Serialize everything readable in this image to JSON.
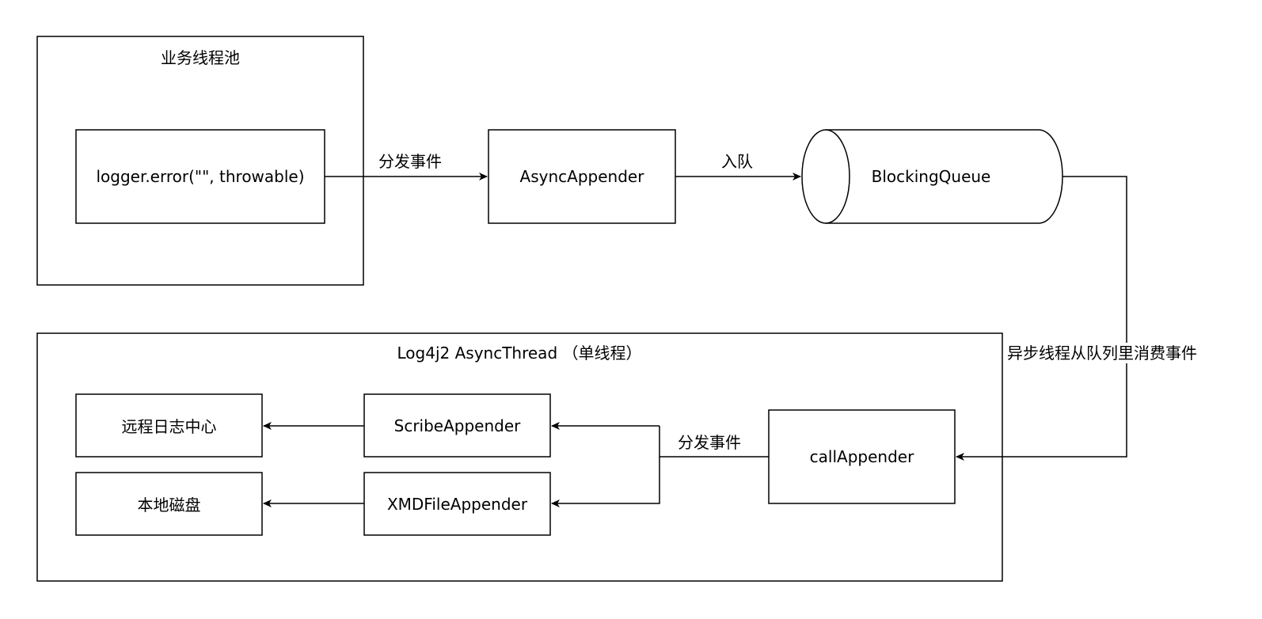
{
  "colors": {
    "stroke": "#000000",
    "background": "#ffffff",
    "text": "#000000"
  },
  "groups": {
    "business_pool": {
      "title": "业务线程池"
    },
    "async_thread": {
      "title": "Log4j2 AsyncThread （单线程）"
    }
  },
  "nodes": {
    "logger_call": {
      "label": "logger.error(\"\", throwable)"
    },
    "async_appender": {
      "label": "AsyncAppender"
    },
    "blocking_queue": {
      "label": "BlockingQueue"
    },
    "call_appender": {
      "label": "callAppender"
    },
    "scribe_appender": {
      "label": "ScribeAppender"
    },
    "xmd_file_appender": {
      "label": "XMDFileAppender"
    },
    "remote_log_center": {
      "label": "远程日志中心"
    },
    "local_disk": {
      "label": "本地磁盘"
    }
  },
  "edges": {
    "dispatch_top": {
      "label": "分发事件"
    },
    "enqueue": {
      "label": "入队"
    },
    "consume": {
      "label": "异步线程从队列里消费事件"
    },
    "dispatch_bottom": {
      "label": "分发事件"
    }
  }
}
